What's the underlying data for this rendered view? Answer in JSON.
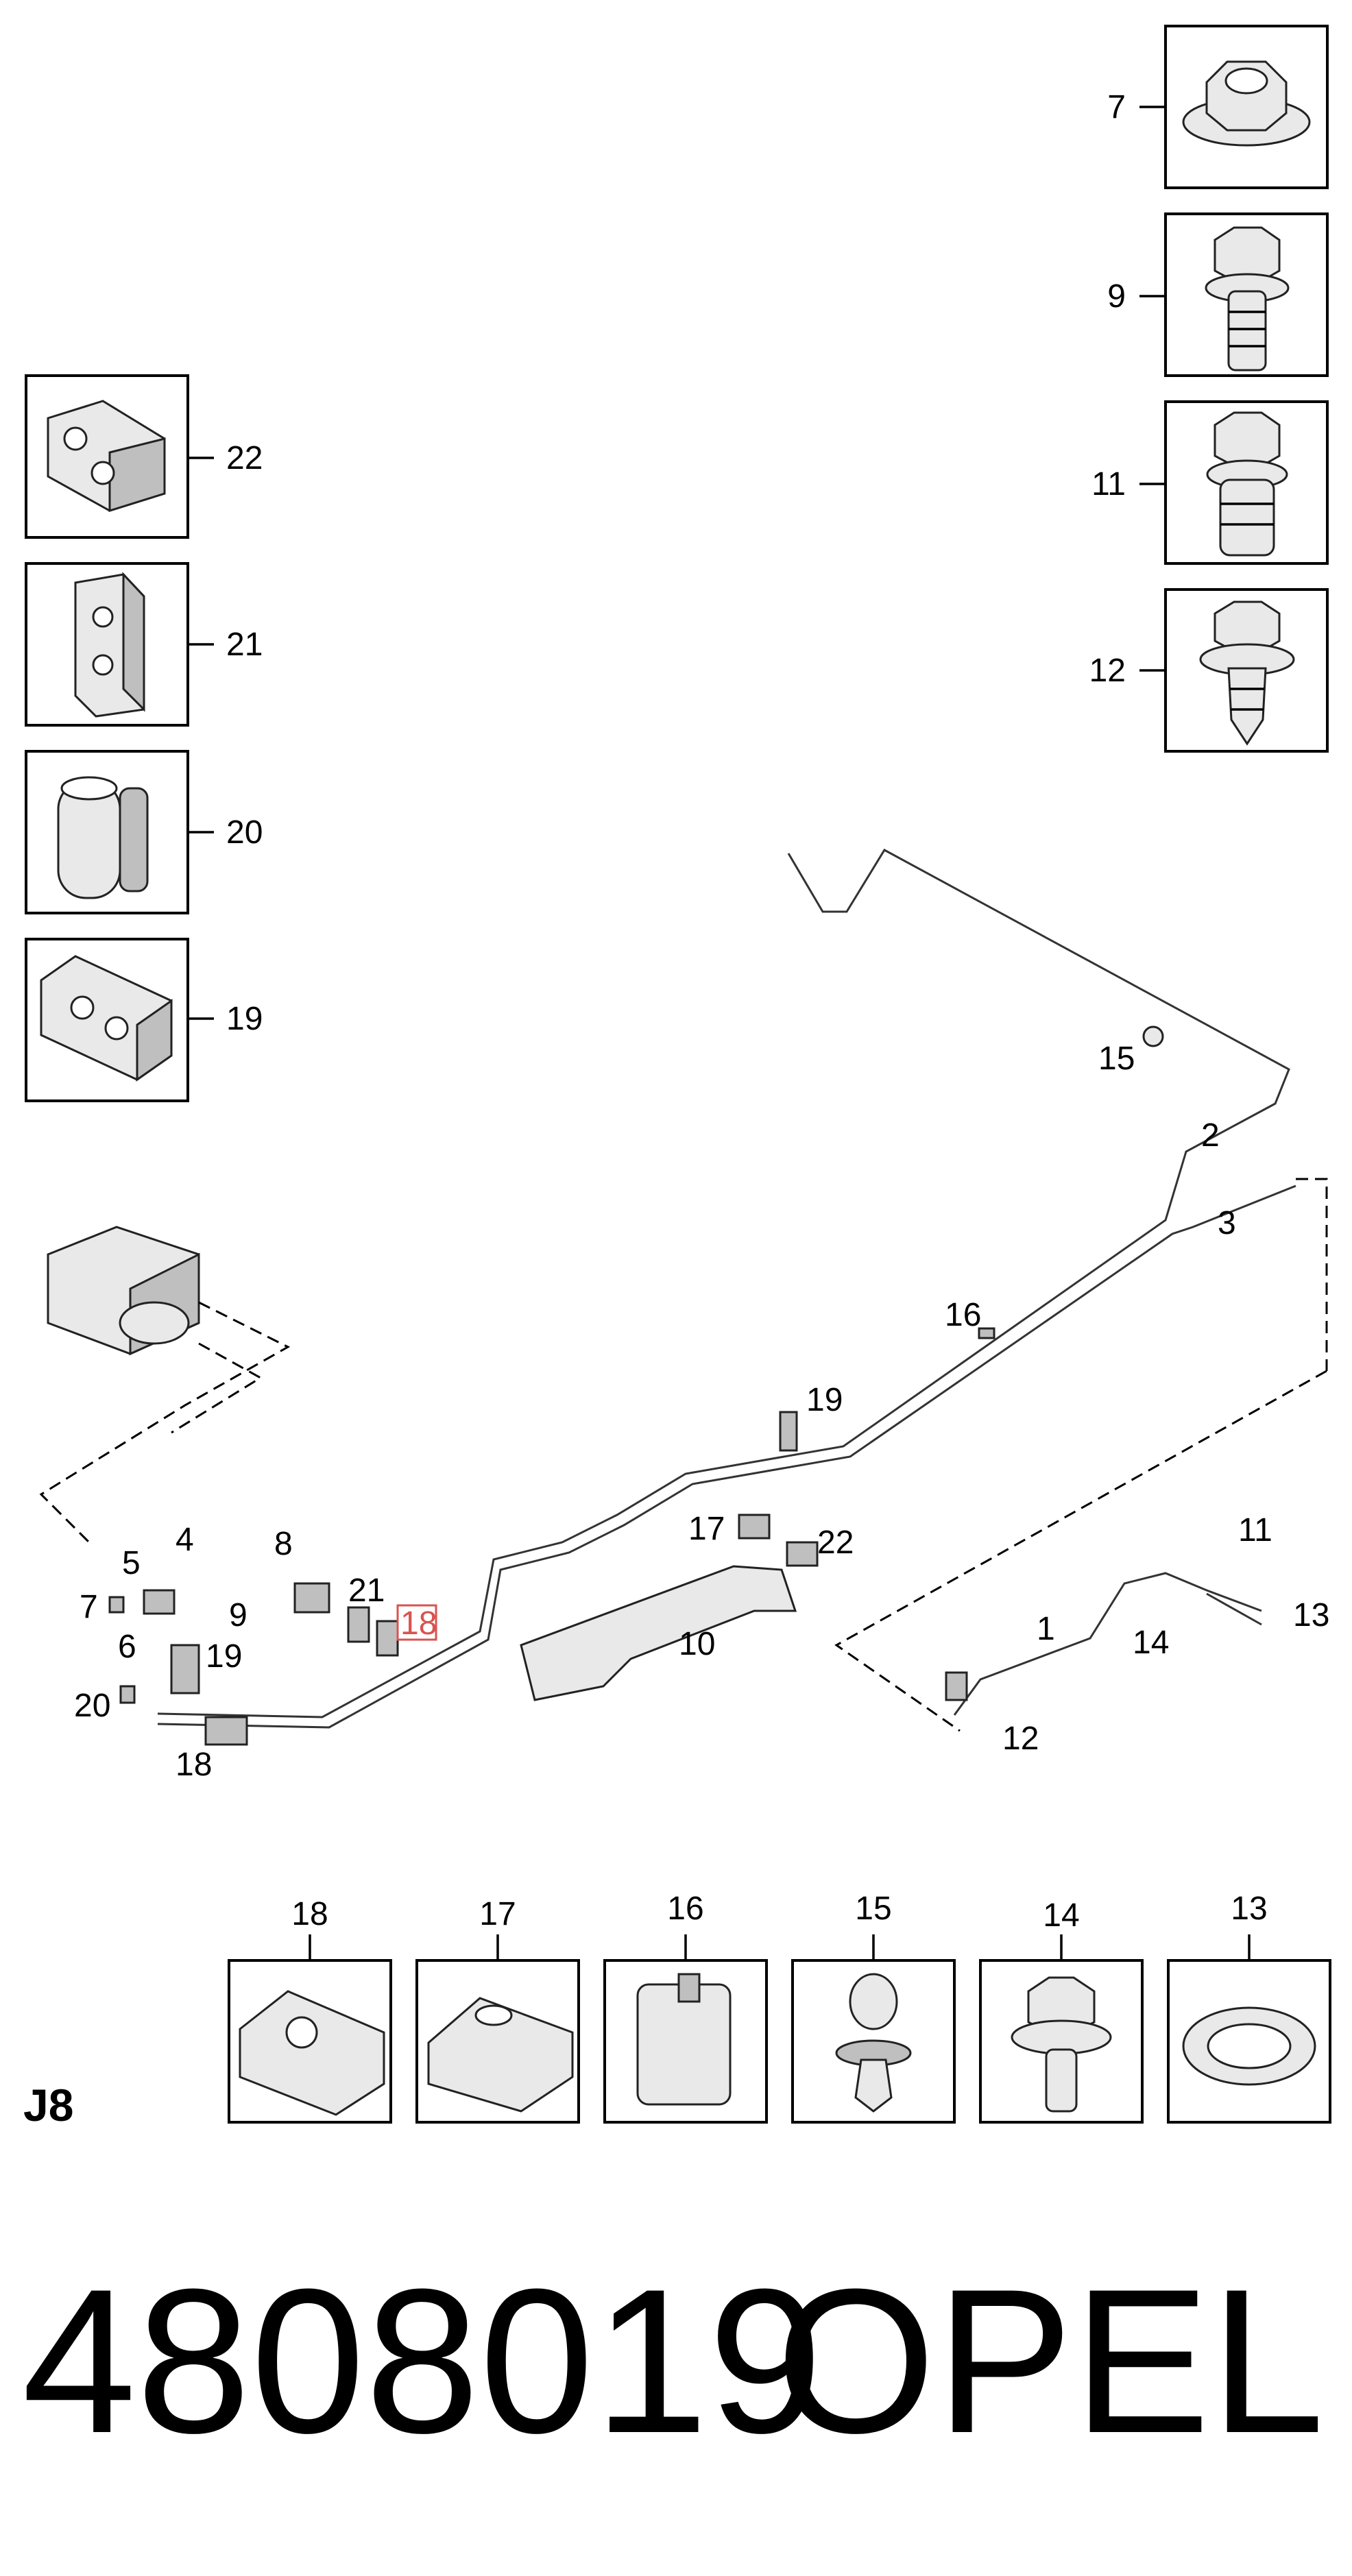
{
  "labels": {
    "l7": "7",
    "l9": "9",
    "l11": "11",
    "l12": "12",
    "l22": "22",
    "l21": "21",
    "l20": "20",
    "l19": "19",
    "d15": "15",
    "d2": "2",
    "d3": "3",
    "d16": "16",
    "d19": "19",
    "d4": "4",
    "d8": "8",
    "d5": "5",
    "d7": "7",
    "d9": "9",
    "d21": "21",
    "d18h": "18",
    "d6": "6",
    "d19b": "19",
    "d20": "20",
    "d18": "18",
    "d17": "17",
    "d22": "22",
    "d10": "10",
    "d11": "11",
    "d13": "13",
    "d1": "1",
    "d14": "14",
    "d12": "12",
    "b18": "18",
    "b17": "17",
    "b16": "16",
    "b15": "15",
    "b14": "14",
    "b13": "13"
  },
  "diagram_code": "J8",
  "part_number": "4808019",
  "brand": "OPEL",
  "highlight_color": "#d9534f"
}
